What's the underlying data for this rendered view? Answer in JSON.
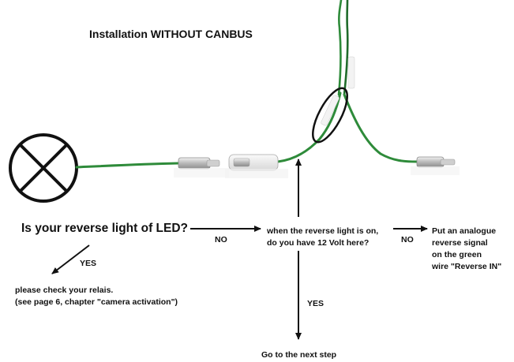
{
  "title": "Installation WITHOUT CANBUS",
  "question_led": "Is your reverse light of LED?",
  "no_label_1": "NO",
  "question_12v": [
    "when the reverse light is on,",
    "do you have 12 Volt here?"
  ],
  "no_label_2": "NO",
  "analogue_signal": [
    "Put an analogue",
    "reverse signal",
    "on the green",
    "wire \"Reverse IN\""
  ],
  "yes_label_1": "YES",
  "check_relais": [
    "please check your relais.",
    "(see page 6, chapter \"camera activation\")"
  ],
  "yes_label_2": "YES",
  "next_step": "Go to the next step",
  "colors": {
    "wire_green": "#2e8b3a",
    "wire_dark": "#1f6b2a",
    "arrow": "#111111",
    "connector": "#b9b9b9"
  },
  "icons": [
    "lamp-icon",
    "connector-icon",
    "highlight-ellipse"
  ]
}
